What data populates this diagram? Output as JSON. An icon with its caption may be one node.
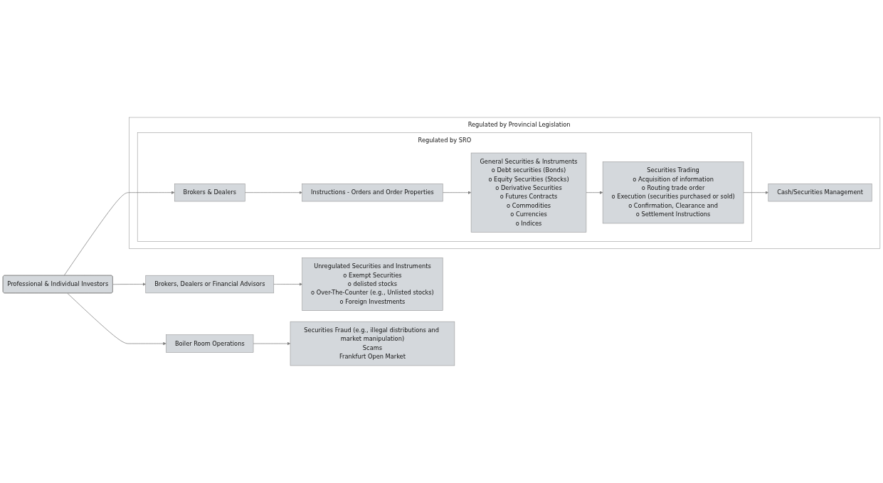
{
  "diagram": {
    "nodes": [
      {
        "text": [
          "Regulated by Provincial Legislation"
        ]
      },
      {
        "text": [
          "Regulated by SRO"
        ],
        "in": 0
      },
      {
        "text": [
          "Professional & Individual Investors"
        ]
      },
      {
        "text": [
          "Brokers & Dealers"
        ],
        "in": 1
      },
      {
        "text": [
          "Instructions - Orders and Order Properties"
        ],
        "in": 1
      },
      {
        "text": [
          "General Securities & Instruments",
          "o Debt securities (Bonds)",
          "o Equity Securities (Stocks)",
          "o Derivative Securities",
          "o Futures Contracts",
          "o Commodities",
          "o Currencies",
          "o Indices"
        ],
        "in": 1
      },
      {
        "text": [
          "Securities Trading",
          "o Acquisition of information",
          "o Routing trade order",
          "o Execution (securities purchased or sold)",
          "o Confirmation, Clearance and",
          "o Settlement Instructions"
        ],
        "in": 1
      },
      {
        "text": [
          "Cash/Securities Management"
        ],
        "in": 0
      },
      {
        "text": [
          "Brokers, Dealers or Financial Advisors"
        ]
      },
      {
        "text": [
          "Unregulated Securities and Instruments",
          "o Exempt Securities",
          "o delisted stocks",
          "o Over-The-Counter (e.g., Unlisted stocks)",
          "o Foreign Investments"
        ]
      },
      {
        "text": [
          "Boiler Room Operations"
        ]
      },
      {
        "text": [
          "Securities Fraud (e.g., illegal distributions and market manipulation)",
          "Scams",
          "Frankfurt Open Market"
        ]
      }
    ],
    "edges": [
      {
        "from": 2,
        "to": 3,
        "arrow": "to"
      },
      {
        "from": 3,
        "to": 4,
        "arrow": "to"
      },
      {
        "from": 4,
        "to": 5,
        "arrow": "to"
      },
      {
        "from": 5,
        "to": 6,
        "arrow": "to"
      },
      {
        "from": 6,
        "to": 7,
        "arrow": "to"
      },
      {
        "from": 2,
        "to": 8,
        "arrow": "to"
      },
      {
        "from": 8,
        "to": 9,
        "arrow": "to"
      },
      {
        "from": 2,
        "to": 10,
        "arrow": "to"
      },
      {
        "from": 10,
        "to": 11,
        "arrow": "to"
      }
    ]
  }
}
